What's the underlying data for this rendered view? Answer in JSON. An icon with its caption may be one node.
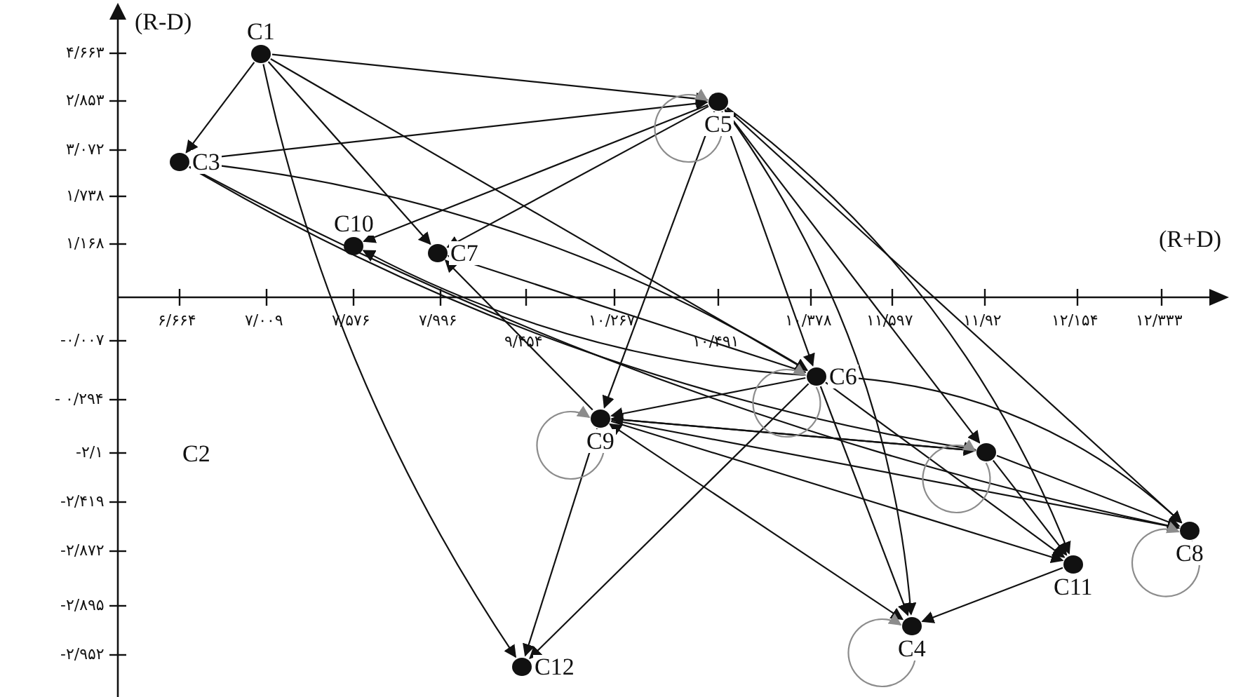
{
  "diagram": {
    "nodes": [
      {
        "text": [
          "C1"
        ]
      },
      {
        "text": [
          "C3"
        ]
      },
      {
        "text": [
          "C10"
        ]
      },
      {
        "text": [
          "C7"
        ]
      },
      {
        "text": [
          "C5"
        ]
      },
      {
        "text": [
          "C6"
        ]
      },
      {
        "text": [
          "C9"
        ]
      },
      {
        "text": [],
        "shape": "circle"
      },
      {
        "text": [
          "C11"
        ]
      },
      {
        "text": [
          "C8"
        ]
      },
      {
        "text": [
          "C4"
        ]
      },
      {
        "text": [
          "C12"
        ]
      }
    ],
    "edges": [
      {
        "from": 0,
        "to": 1,
        "arrow": "to"
      },
      {
        "from": 0,
        "to": 4,
        "arrow": "to"
      },
      {
        "from": 0,
        "to": 3,
        "arrow": "to"
      },
      {
        "from": 0,
        "to": 5,
        "arrow": "to"
      },
      {
        "from": 0,
        "to": 11,
        "arrow": "to"
      },
      {
        "from": 1,
        "to": 4,
        "arrow": "to"
      },
      {
        "from": 1,
        "to": 5,
        "arrow": "to"
      },
      {
        "from": 1,
        "to": 7,
        "arrow": "to"
      },
      {
        "from": 1,
        "to": 9,
        "arrow": "to"
      },
      {
        "from": 4,
        "to": 2,
        "arrow": "to"
      },
      {
        "from": 4,
        "to": 3,
        "arrow": "to"
      },
      {
        "from": 4,
        "to": 6,
        "arrow": "to"
      },
      {
        "from": 4,
        "to": 5,
        "arrow": "to"
      },
      {
        "from": 4,
        "to": 10,
        "arrow": "to"
      },
      {
        "from": 4,
        "to": 7,
        "arrow": "both"
      },
      {
        "from": 4,
        "to": 8,
        "arrow": "to"
      },
      {
        "from": 4,
        "to": 9,
        "arrow": "to"
      },
      {
        "from": 5,
        "to": 2,
        "arrow": "to"
      },
      {
        "from": 5,
        "to": 3,
        "arrow": "to"
      },
      {
        "from": 5,
        "to": 6,
        "arrow": "to"
      },
      {
        "from": 5,
        "to": 11,
        "arrow": "to"
      },
      {
        "from": 5,
        "to": 10,
        "arrow": "to"
      },
      {
        "from": 5,
        "to": 9,
        "arrow": "to"
      },
      {
        "from": 5,
        "to": 8,
        "arrow": "to"
      },
      {
        "from": 6,
        "to": 3,
        "arrow": "to"
      },
      {
        "from": 6,
        "to": 7,
        "arrow": "to"
      },
      {
        "from": 6,
        "to": 8,
        "arrow": "to"
      },
      {
        "from": 6,
        "to": 9,
        "arrow": "to"
      },
      {
        "from": 6,
        "to": 10,
        "arrow": "both"
      },
      {
        "from": 6,
        "to": 11,
        "arrow": "to"
      },
      {
        "from": 7,
        "to": 6,
        "arrow": "to"
      },
      {
        "from": 7,
        "to": 8,
        "arrow": "to"
      },
      {
        "from": 7,
        "to": 9,
        "arrow": "to"
      },
      {
        "from": 8,
        "to": 10,
        "arrow": "to"
      },
      {
        "from": 4,
        "to": 4,
        "arrow": "to",
        "color": "#8c8c8c"
      },
      {
        "from": 5,
        "to": 5,
        "arrow": "to",
        "color": "#8c8c8c"
      },
      {
        "from": 6,
        "to": 6,
        "arrow": "to",
        "color": "#8c8c8c"
      },
      {
        "from": 7,
        "to": 7,
        "arrow": "to",
        "color": "#8c8c8c"
      },
      {
        "from": 9,
        "to": 9,
        "arrow": "to",
        "color": "#8c8c8c"
      },
      {
        "from": 10,
        "to": 10,
        "arrow": "to",
        "color": "#8c8c8c"
      }
    ],
    "labels": [
      "(R-D)",
      "(R+D)",
      "C2",
      "۴/۶۶۳",
      "۲/۸۵۳",
      "۳/۰۷۲",
      "۱/۷۳۸",
      "۱/۱۶۸",
      "-۰/۰۰۷",
      "- ۰/۲۹۴",
      "-۲/۱",
      "-۲/۴۱۹",
      "-۲/۸۷۲",
      "-۲/۸۹۵",
      "-۲/۹۵۲",
      "۶/۶۶۴",
      "۷/۰۰۹",
      "۷/۵۷۶",
      "۷/۹۹۶",
      "۹/۴۵۴",
      "۱۰/۲۶۷",
      "۱۰/۴۹۱",
      "۱۰/۳۷۸",
      "۱۱/۵۹۷",
      "۱۱/۹۲",
      "۱۲/۱۵۴",
      "۱۲/۳۳۳"
    ]
  }
}
